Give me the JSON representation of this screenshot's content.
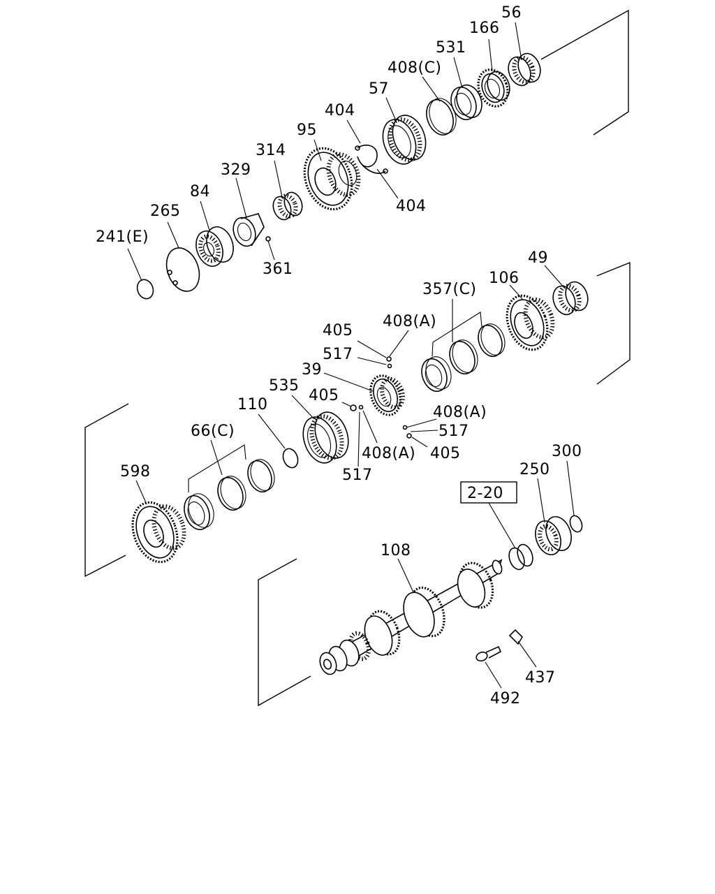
{
  "diagram": {
    "labels": {
      "p56": "56",
      "p166": "166",
      "p531": "531",
      "p408c": "408(C)",
      "p57": "57",
      "p404a": "404",
      "p95": "95",
      "p314": "314",
      "p404b": "404",
      "p329": "329",
      "p84": "84",
      "p265": "265",
      "p241e": "241(E)",
      "p361": "361",
      "p49": "49",
      "p106": "106",
      "p357c": "357(C)",
      "p408a1": "408(A)",
      "p405a": "405",
      "p517a": "517",
      "p39": "39",
      "p535": "535",
      "p405b": "405",
      "p110": "110",
      "p408a2": "408(A)",
      "p517b": "517",
      "p408a3": "408(A)",
      "p405c": "405",
      "p517c": "517",
      "p66c": "66(C)",
      "p598": "598",
      "p300": "300",
      "p250": "250",
      "ref220": "2-20",
      "p108": "108",
      "p437": "437",
      "p492": "492"
    }
  }
}
